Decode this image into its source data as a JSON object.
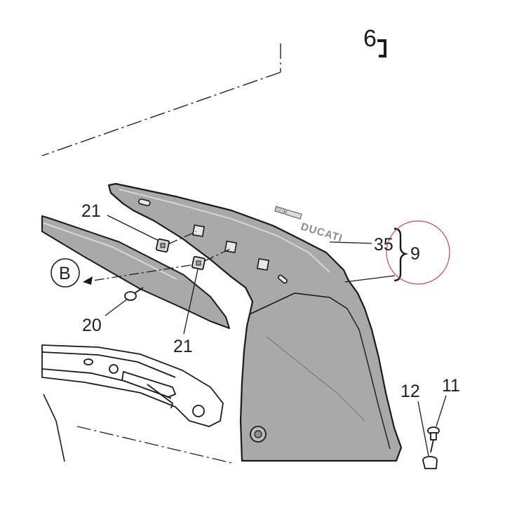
{
  "diagram": {
    "corner_fragment": "6",
    "brand_decal": "DUCATI",
    "callouts": {
      "c21_top": "21",
      "c21_bottom": "21",
      "c20": "20",
      "c35": "35",
      "c9": "9",
      "c12": "12",
      "c11": "11",
      "view_b": "B"
    },
    "colors": {
      "panel_fill": "#a9a9a9",
      "panel_fill_dark": "#9a9a9a",
      "outline": "#1a1a1a",
      "highlight_circle": "#c0485a"
    }
  }
}
